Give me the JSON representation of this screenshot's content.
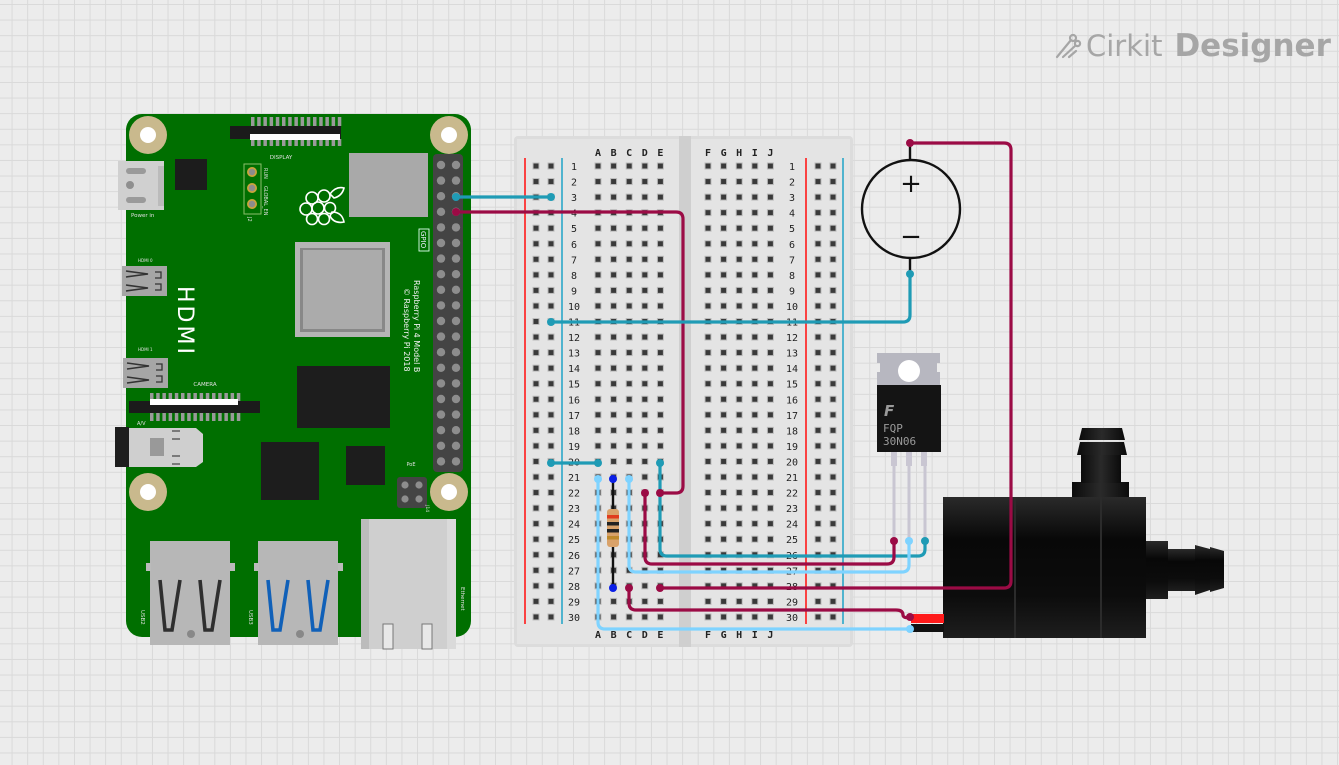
{
  "app": {
    "brand_prefix": "Cirkit",
    "brand_name": "Designer",
    "logo_icon": "circuit-trace-icon"
  },
  "raspberry_pi": {
    "model_text": "Raspberry Pi 4 Model B",
    "copyright_text": "© Raspberry Pi 2018",
    "display_label": "DISPLAY",
    "power_label": "Power in",
    "hdmi0_label": "HDMI 0",
    "hdmi1_label": "HDMI 1",
    "hdmi_big_label": "HDMI",
    "camera_label": "CAMERA",
    "av_label": "A/V",
    "gpio_label": "GPIO",
    "poe_label": "PoE",
    "j14_label": "J14",
    "j2_label": "J2",
    "run_label": "RUN",
    "global_en_label": "GLOBAL_EN",
    "usb2_label": "USB2",
    "usb3_label": "USB3",
    "ethernet_label": "Ethernet",
    "board_color": "#006f00"
  },
  "breadboard": {
    "columns_left": [
      "A",
      "B",
      "C",
      "D",
      "E"
    ],
    "columns_right": [
      "F",
      "G",
      "H",
      "I",
      "J"
    ],
    "rows": [
      "1",
      "2",
      "3",
      "4",
      "5",
      "6",
      "7",
      "8",
      "9",
      "10",
      "11",
      "12",
      "13",
      "14",
      "15",
      "16",
      "17",
      "18",
      "19",
      "20",
      "21",
      "22",
      "23",
      "24",
      "25",
      "26",
      "27",
      "28",
      "29",
      "30"
    ]
  },
  "power_source": {
    "plus_symbol": "+",
    "minus_symbol": "−"
  },
  "mosfet": {
    "line1": "FQP",
    "line2": "30N06",
    "logo": "F"
  },
  "resistor": {
    "bands": [
      "#e03c1e",
      "#222222",
      "#222222",
      "#c08a2c"
    ]
  },
  "wire_colors": {
    "teal": "#1f9bb5",
    "maroon": "#9b0b45",
    "light_blue": "#7fd3ff",
    "blue_node": "#0a1fe6",
    "rail_red": "#ff1a1a",
    "rail_blue": "#2aa7c9"
  }
}
